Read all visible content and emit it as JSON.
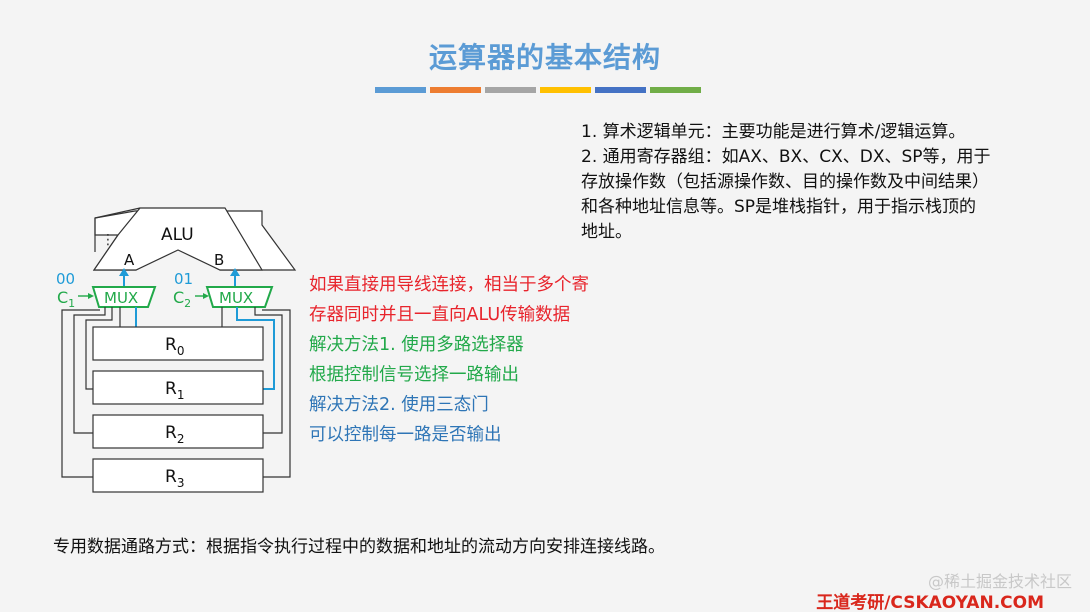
{
  "title": "运算器的基本结构",
  "color_bars": [
    "#5b9bd5",
    "#ed7d31",
    "#a5a5a5",
    "#ffc000",
    "#4472c4",
    "#70ad47"
  ],
  "notes": [
    "1. 算术逻辑单元：主要功能是进行算术/逻辑运算。",
    "2. 通用寄存器组：如AX、BX、CX、DX、SP等，用于",
    "存放操作数（包括源操作数、目的操作数及中间结果）",
    "和各种地址信息等。SP是堆栈指针，用于指示栈顶的",
    "地址。"
  ],
  "diagram": {
    "alu_label": "ALU",
    "dots": "⋮",
    "port_a": "A",
    "port_b": "B",
    "mux_label": "MUX",
    "c1_code": "00",
    "c2_code": "01",
    "c1": "C",
    "c1_sub": "1",
    "c2": "C",
    "c2_sub": "2",
    "registers": [
      {
        "name": "R",
        "sub": "0"
      },
      {
        "name": "R",
        "sub": "1"
      },
      {
        "name": "R",
        "sub": "2"
      },
      {
        "name": "R",
        "sub": "3"
      }
    ],
    "colors": {
      "mux": "#22a94a",
      "path": "#1f9bd7",
      "wire": "#333333"
    }
  },
  "solutions": {
    "problem_1": "如果直接用导线连接，相当于多个寄",
    "problem_2": "存器同时并且一直向ALU传输数据",
    "method1_1": "解决方法1. 使用多路选择器",
    "method1_2": "根据控制信号选择一路输出",
    "method2_1": "解决方法2. 使用三态门",
    "method2_2": "可以控制每一路是否输出"
  },
  "footer": "专用数据通路方式：根据指令执行过程中的数据和地址的流动方向安排连接线路。",
  "watermark": "@稀土掘金技术社区",
  "brand": "王道考研/CSKAOYAN.COM"
}
